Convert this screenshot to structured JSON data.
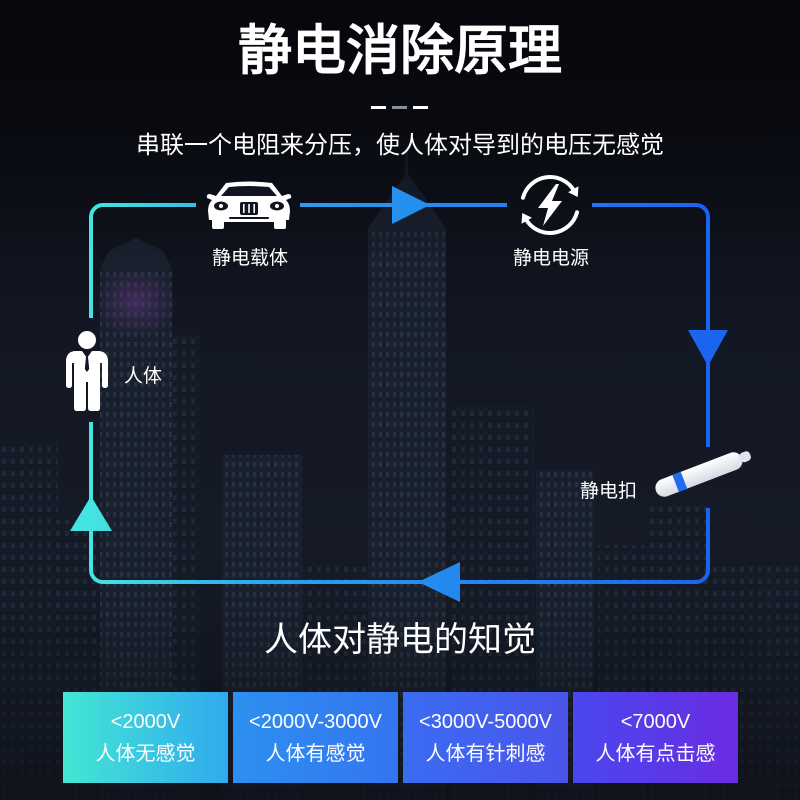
{
  "title": "静电消除原理",
  "subtitle": "串联一个电阻来分压，使人体对导到的电压无感觉",
  "divider_colors": [
    "#ffffff",
    "#8a8f99",
    "#ffffff"
  ],
  "icon_color": "#ffffff",
  "circuit": {
    "gradient": [
      "#44e4e0",
      "#2aa2ee",
      "#1a64f0"
    ],
    "carrier": {
      "label": "静电载体",
      "icon": "car-icon"
    },
    "source": {
      "label": "静电电源",
      "icon": "lightning-sync-icon"
    },
    "button": {
      "label": "静电扣",
      "icon": "static-button-icon",
      "band_color": "#1f6cf0"
    },
    "human": {
      "label": "人体",
      "icon": "person-icon"
    }
  },
  "perception": {
    "heading": "人体对静电的知觉",
    "levels": [
      {
        "voltage": "<2000V",
        "feeling": "人体无感觉",
        "colors": [
          "#44e6d4",
          "#30aaee"
        ]
      },
      {
        "voltage": "<2000V-3000V",
        "feeling": "人体有感觉",
        "colors": [
          "#2d90f0",
          "#3574f0"
        ]
      },
      {
        "voltage": "<3000V-5000V",
        "feeling": "人体有针刺感",
        "colors": [
          "#3a6cf2",
          "#4b54ea"
        ]
      },
      {
        "voltage": "<7000V",
        "feeling": "人体有点击感",
        "colors": [
          "#4a47ee",
          "#6a2ce2"
        ]
      }
    ]
  }
}
